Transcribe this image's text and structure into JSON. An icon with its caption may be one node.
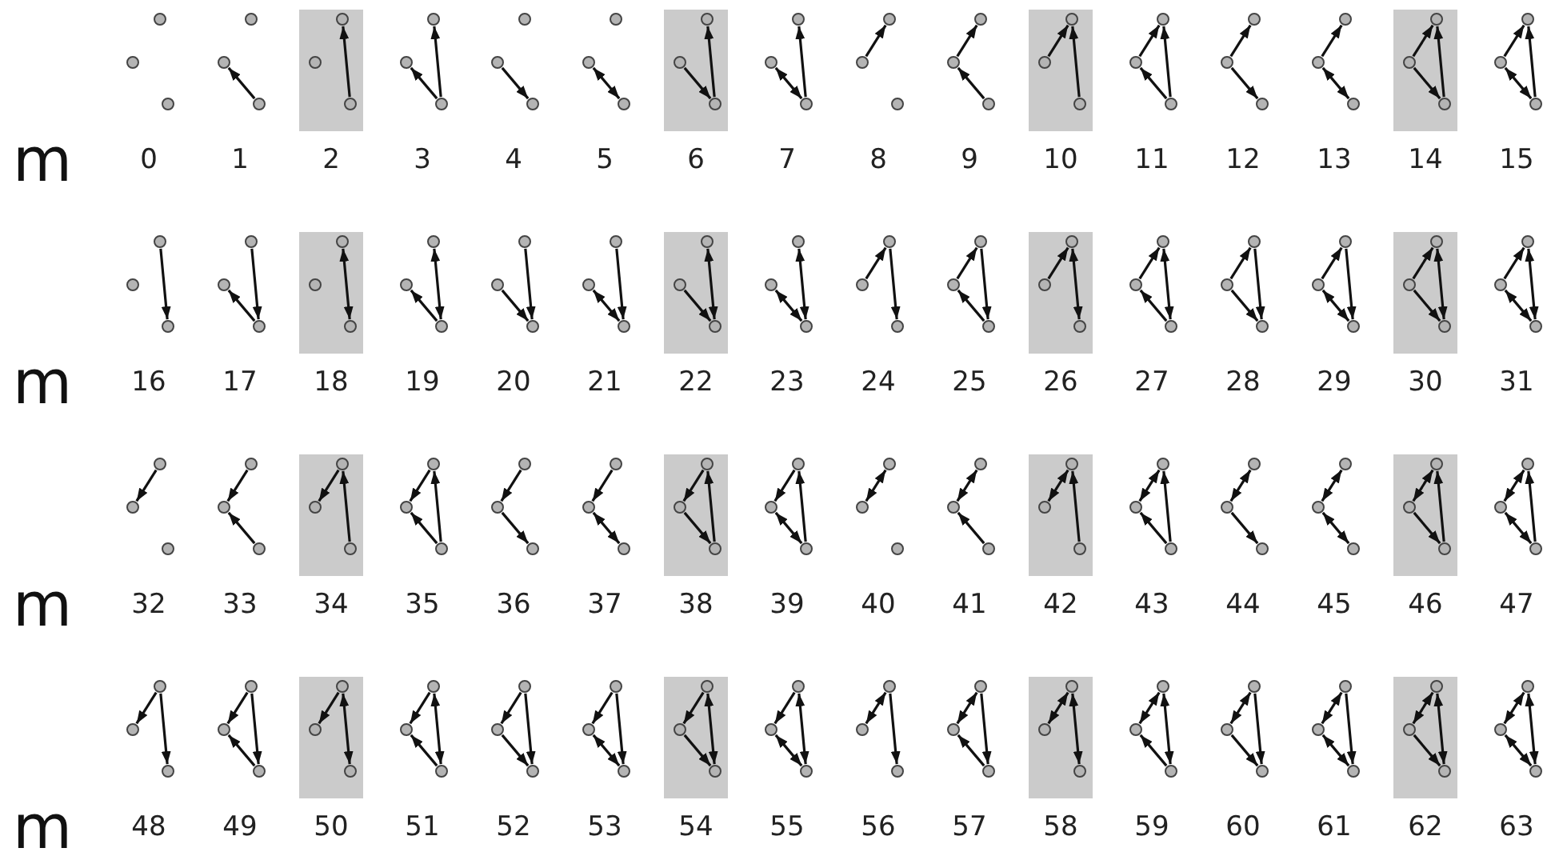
{
  "diagram": {
    "nodes": [
      {
        "text": [],
        "shape": "circle"
      },
      {
        "text": [],
        "shape": "circle"
      },
      {
        "text": [],
        "shape": "circle"
      },
      {
        "text": [],
        "shape": "circle"
      },
      {
        "text": [],
        "shape": "circle"
      },
      {
        "text": [],
        "shape": "circle"
      },
      {
        "text": [],
        "shape": "box"
      },
      {
        "text": [],
        "shape": "circle",
        "in": 6
      },
      {
        "text": [],
        "shape": "circle",
        "in": 6
      },
      {
        "text": [],
        "shape": "circle",
        "in": 6
      },
      {
        "text": [],
        "shape": "circle"
      },
      {
        "text": [],
        "shape": "circle"
      },
      {
        "text": [],
        "shape": "circle"
      },
      {
        "text": [],
        "shape": "circle"
      },
      {
        "text": [],
        "shape": "circle"
      },
      {
        "text": [],
        "shape": "circle"
      },
      {
        "text": [],
        "shape": "circle"
      },
      {
        "text": [],
        "shape": "circle"
      },
      {
        "text": [],
        "shape": "circle"
      },
      {
        "text": [],
        "shape": "box"
      },
      {
        "text": [],
        "shape": "circle",
        "in": 19
      },
      {
        "text": [],
        "shape": "circle",
        "in": 19
      },
      {
        "text": [],
        "shape": "circle",
        "in": 19
      },
      {
        "text": [],
        "shape": "circle"
      },
      {
        "text": [],
        "shape": "circle"
      },
      {
        "text": [],
        "shape": "circle"
      },
      {
        "text": [],
        "shape": "circle"
      },
      {
        "text": [],
        "shape": "circle"
      },
      {
        "text": [],
        "shape": "circle"
      },
      {
        "text": [],
        "shape": "circle"
      },
      {
        "text": [],
        "shape": "circle"
      },
      {
        "text": [],
        "shape": "circle"
      },
      {
        "text": [],
        "shape": "box"
      },
      {
        "text": [],
        "shape": "circle",
        "in": 32
      },
      {
        "text": [],
        "shape": "circle",
        "in": 32
      },
      {
        "text": [],
        "shape": "circle",
        "in": 32
      },
      {
        "text": [],
        "shape": "circle"
      },
      {
        "text": [],
        "shape": "circle"
      },
      {
        "text": [],
        "shape": "circle"
      },
      {
        "text": [],
        "shape": "circle"
      },
      {
        "text": [],
        "shape": "circle"
      },
      {
        "text": [],
        "shape": "circle"
      },
      {
        "text": [],
        "shape": "circle"
      },
      {
        "text": [],
        "shape": "circle"
      },
      {
        "text": [],
        "shape": "circle"
      },
      {
        "text": [],
        "shape": "box"
      },
      {
        "text": [],
        "shape": "circle",
        "in": 45
      },
      {
        "text": [],
        "shape": "circle",
        "in": 45
      },
      {
        "text": [],
        "shape": "circle",
        "in": 45
      },
      {
        "text": [],
        "shape": "circle"
      },
      {
        "text": [],
        "shape": "circle"
      },
      {
        "text": [],
        "shape": "circle"
      },
      {
        "text": [],
        "shape": "circle"
      },
      {
        "text": [],
        "shape": "circle"
      },
      {
        "text": [],
        "shape": "circle"
      },
      {
        "text": [],
        "shape": "circle"
      },
      {
        "text": [],
        "shape": "circle"
      },
      {
        "text": [],
        "shape": "circle"
      },
      {
        "text": [],
        "shape": "box"
      },
      {
        "text": [],
        "shape": "circle",
        "in": 58
      },
      {
        "text": [],
        "shape": "circle",
        "in": 58
      },
      {
        "text": [],
        "shape": "circle",
        "in": 58
      },
      {
        "text": [],
        "shape": "circle"
      },
      {
        "text": [],
        "shape": "circle"
      },
      {
        "text": [],
        "shape": "circle"
      },
      {
        "text": [],
        "shape": "circle"
      },
      {
        "text": [],
        "shape": "circle"
      },
      {
        "text": [],
        "shape": "circle"
      },
      {
        "text": [],
        "shape": "circle"
      },
      {
        "text": [],
        "shape": "circle"
      },
      {
        "text": [],
        "shape": "circle"
      },
      {
        "text": [],
        "shape": "box"
      },
      {
        "text": [],
        "shape": "circle",
        "in": 71
      },
      {
        "text": [],
        "shape": "circle",
        "in": 71
      },
      {
        "text": [],
        "shape": "circle",
        "in": 71
      },
      {
        "text": [],
        "shape": "circle"
      },
      {
        "text": [],
        "shape": "circle"
      },
      {
        "text": [],
        "shape": "circle"
      },
      {
        "text": [],
        "shape": "circle"
      },
      {
        "text": [],
        "shape": "circle"
      },
      {
        "text": [],
        "shape": "circle"
      },
      {
        "text": [],
        "shape": "circle"
      },
      {
        "text": [],
        "shape": "circle"
      },
      {
        "text": [],
        "shape": "circle"
      },
      {
        "text": [],
        "shape": "box"
      },
      {
        "text": [],
        "shape": "circle",
        "in": 84
      },
      {
        "text": [],
        "shape": "circle",
        "in": 84
      },
      {
        "text": [],
        "shape": "circle",
        "in": 84
      },
      {
        "text": [],
        "shape": "circle"
      },
      {
        "text": [],
        "shape": "circle"
      },
      {
        "text": [],
        "shape": "circle"
      },
      {
        "text": [],
        "shape": "circle"
      },
      {
        "text": [],
        "shape": "circle"
      },
      {
        "text": [],
        "shape": "circle"
      },
      {
        "text": [],
        "shape": "circle"
      },
      {
        "text": [],
        "shape": "circle"
      },
      {
        "text": [],
        "shape": "circle"
      },
      {
        "text": [],
        "shape": "box"
      },
      {
        "text": [],
        "shape": "circle",
        "in": 97
      },
      {
        "text": [],
        "shape": "circle",
        "in": 97
      },
      {
        "text": [],
        "shape": "circle",
        "in": 97
      },
      {
        "text": [],
        "shape": "circle"
      },
      {
        "text": [],
        "shape": "circle"
      },
      {
        "text": [],
        "shape": "circle"
      },
      {
        "text": [],
        "shape": "circle"
      },
      {
        "text": [],
        "shape": "circle"
      },
      {
        "text": [],
        "shape": "circle"
      },
      {
        "text": [],
        "shape": "circle"
      },
      {
        "text": [],
        "shape": "circle"
      },
      {
        "text": [],
        "shape": "circle"
      },
      {
        "text": [],
        "shape": "box"
      },
      {
        "text": [],
        "shape": "circle",
        "in": 110
      },
      {
        "text": [],
        "shape": "circle",
        "in": 110
      },
      {
        "text": [],
        "shape": "circle",
        "in": 110
      },
      {
        "text": [],
        "shape": "circle"
      },
      {
        "text": [],
        "shape": "circle"
      },
      {
        "text": [],
        "shape": "circle"
      },
      {
        "text": [],
        "shape": "circle"
      },
      {
        "text": [],
        "shape": "circle"
      },
      {
        "text": [],
        "shape": "circle"
      },
      {
        "text": [],
        "shape": "circle"
      },
      {
        "text": [],
        "shape": "circle"
      },
      {
        "text": [],
        "shape": "circle"
      },
      {
        "text": [],
        "shape": "box"
      },
      {
        "text": [],
        "shape": "circle",
        "in": 123
      },
      {
        "text": [],
        "shape": "circle",
        "in": 123
      },
      {
        "text": [],
        "shape": "circle",
        "in": 123
      },
      {
        "text": [],
        "shape": "circle"
      },
      {
        "text": [],
        "shape": "circle"
      },
      {
        "text": [],
        "shape": "circle"
      },
      {
        "text": [],
        "shape": "circle"
      },
      {
        "text": [],
        "shape": "circle"
      },
      {
        "text": [],
        "shape": "circle"
      },
      {
        "text": [],
        "shape": "circle"
      },
      {
        "text": [],
        "shape": "circle"
      },
      {
        "text": [],
        "shape": "circle"
      },
      {
        "text": [],
        "shape": "box"
      },
      {
        "text": [],
        "shape": "circle",
        "in": 136
      },
      {
        "text": [],
        "shape": "circle",
        "in": 136
      },
      {
        "text": [],
        "shape": "circle",
        "in": 136
      },
      {
        "text": [],
        "shape": "circle"
      },
      {
        "text": [],
        "shape": "circle"
      },
      {
        "text": [],
        "shape": "circle"
      },
      {
        "text": [],
        "shape": "circle"
      },
      {
        "text": [],
        "shape": "circle"
      },
      {
        "text": [],
        "shape": "circle"
      },
      {
        "text": [],
        "shape": "circle"
      },
      {
        "text": [],
        "shape": "circle"
      },
      {
        "text": [],
        "shape": "circle"
      },
      {
        "text": [],
        "shape": "box"
      },
      {
        "text": [],
        "shape": "circle",
        "in": 149
      },
      {
        "text": [],
        "shape": "circle",
        "in": 149
      },
      {
        "text": [],
        "shape": "circle",
        "in": 149
      },
      {
        "text": [],
        "shape": "circle"
      },
      {
        "text": [],
        "shape": "circle"
      },
      {
        "text": [],
        "shape": "circle"
      },
      {
        "text": [],
        "shape": "circle"
      },
      {
        "text": [],
        "shape": "circle"
      },
      {
        "text": [],
        "shape": "circle"
      },
      {
        "text": [],
        "shape": "circle"
      },
      {
        "text": [],
        "shape": "circle"
      },
      {
        "text": [],
        "shape": "circle"
      },
      {
        "text": [],
        "shape": "box"
      },
      {
        "text": [],
        "shape": "circle",
        "in": 162
      },
      {
        "text": [],
        "shape": "circle",
        "in": 162
      },
      {
        "text": [],
        "shape": "circle",
        "in": 162
      },
      {
        "text": [],
        "shape": "circle"
      },
      {
        "text": [],
        "shape": "circle"
      },
      {
        "text": [],
        "shape": "circle"
      },
      {
        "text": [],
        "shape": "circle"
      },
      {
        "text": [],
        "shape": "circle"
      },
      {
        "text": [],
        "shape": "circle"
      },
      {
        "text": [],
        "shape": "circle"
      },
      {
        "text": [],
        "shape": "circle"
      },
      {
        "text": [],
        "shape": "circle"
      },
      {
        "text": [],
        "shape": "box"
      },
      {
        "text": [],
        "shape": "circle",
        "in": 175
      },
      {
        "text": [],
        "shape": "circle",
        "in": 175
      },
      {
        "text": [],
        "shape": "circle",
        "in": 175
      },
      {
        "text": [],
        "shape": "circle"
      },
      {
        "text": [],
        "shape": "circle"
      },
      {
        "text": [],
        "shape": "circle"
      },
      {
        "text": [],
        "shape": "circle"
      },
      {
        "text": [],
        "shape": "circle"
      },
      {
        "text": [],
        "shape": "circle"
      },
      {
        "text": [],
        "shape": "circle"
      },
      {
        "text": [],
        "shape": "circle"
      },
      {
        "text": [],
        "shape": "circle"
      },
      {
        "text": [],
        "shape": "box"
      },
      {
        "text": [],
        "shape": "circle",
        "in": 188
      },
      {
        "text": [],
        "shape": "circle",
        "in": 188
      },
      {
        "text": [],
        "shape": "circle",
        "in": 188
      },
      {
        "text": [],
        "shape": "circle"
      },
      {
        "text": [],
        "shape": "circle"
      },
      {
        "text": [],
        "shape": "circle"
      },
      {
        "text": [],
        "shape": "circle"
      },
      {
        "text": [],
        "shape": "circle"
      },
      {
        "text": [],
        "shape": "circle"
      },
      {
        "text": [],
        "shape": "circle"
      },
      {
        "text": [],
        "shape": "circle"
      },
      {
        "text": [],
        "shape": "circle"
      },
      {
        "text": [],
        "shape": "box"
      },
      {
        "text": [],
        "shape": "circle",
        "in": 201
      },
      {
        "text": [],
        "shape": "circle",
        "in": 201
      },
      {
        "text": [],
        "shape": "circle",
        "in": 201
      },
      {
        "text": [],
        "shape": "circle"
      },
      {
        "text": [],
        "shape": "circle"
      },
      {
        "text": [],
        "shape": "circle"
      }
    ],
    "edges": [
      {
        "from": 5,
        "to": 4,
        "arrow": "to"
      },
      {
        "from": 9,
        "to": 7,
        "arrow": "to"
      },
      {
        "from": 12,
        "to": 11,
        "arrow": "to"
      },
      {
        "from": 12,
        "to": 10,
        "arrow": "to"
      },
      {
        "from": 14,
        "to": 15,
        "arrow": "to"
      },
      {
        "from": 17,
        "to": 18,
        "arrow": "both"
      },
      {
        "from": 21,
        "to": 22,
        "arrow": "to"
      },
      {
        "from": 22,
        "to": 20,
        "arrow": "to"
      },
      {
        "from": 24,
        "to": 25,
        "arrow": "both"
      },
      {
        "from": 25,
        "to": 23,
        "arrow": "to"
      },
      {
        "from": 27,
        "to": 26,
        "arrow": "to"
      },
      {
        "from": 31,
        "to": 30,
        "arrow": "to"
      },
      {
        "from": 30,
        "to": 29,
        "arrow": "to"
      },
      {
        "from": 35,
        "to": 33,
        "arrow": "to"
      },
      {
        "from": 34,
        "to": 33,
        "arrow": "to"
      },
      {
        "from": 38,
        "to": 37,
        "arrow": "to"
      },
      {
        "from": 38,
        "to": 36,
        "arrow": "to"
      },
      {
        "from": 37,
        "to": 36,
        "arrow": "to"
      },
      {
        "from": 40,
        "to": 41,
        "arrow": "to"
      },
      {
        "from": 40,
        "to": 39,
        "arrow": "to"
      },
      {
        "from": 43,
        "to": 44,
        "arrow": "both"
      },
      {
        "from": 43,
        "to": 42,
        "arrow": "to"
      },
      {
        "from": 47,
        "to": 48,
        "arrow": "to"
      },
      {
        "from": 48,
        "to": 46,
        "arrow": "to"
      },
      {
        "from": 47,
        "to": 46,
        "arrow": "to"
      },
      {
        "from": 50,
        "to": 51,
        "arrow": "both"
      },
      {
        "from": 51,
        "to": 49,
        "arrow": "to"
      },
      {
        "from": 50,
        "to": 49,
        "arrow": "to"
      },
      {
        "from": 52,
        "to": 54,
        "arrow": "to"
      },
      {
        "from": 57,
        "to": 56,
        "arrow": "to"
      },
      {
        "from": 55,
        "to": 57,
        "arrow": "to"
      },
      {
        "from": 59,
        "to": 61,
        "arrow": "both"
      },
      {
        "from": 64,
        "to": 63,
        "arrow": "to"
      },
      {
        "from": 62,
        "to": 64,
        "arrow": "both"
      },
      {
        "from": 66,
        "to": 67,
        "arrow": "to"
      },
      {
        "from": 65,
        "to": 67,
        "arrow": "to"
      },
      {
        "from": 69,
        "to": 70,
        "arrow": "both"
      },
      {
        "from": 68,
        "to": 70,
        "arrow": "to"
      },
      {
        "from": 73,
        "to": 74,
        "arrow": "to"
      },
      {
        "from": 72,
        "to": 74,
        "arrow": "both"
      },
      {
        "from": 76,
        "to": 77,
        "arrow": "both"
      },
      {
        "from": 75,
        "to": 77,
        "arrow": "both"
      },
      {
        "from": 78,
        "to": 80,
        "arrow": "to"
      },
      {
        "from": 79,
        "to": 78,
        "arrow": "to"
      },
      {
        "from": 83,
        "to": 82,
        "arrow": "to"
      },
      {
        "from": 81,
        "to": 83,
        "arrow": "to"
      },
      {
        "from": 82,
        "to": 81,
        "arrow": "to"
      },
      {
        "from": 85,
        "to": 87,
        "arrow": "both"
      },
      {
        "from": 86,
        "to": 85,
        "arrow": "to"
      },
      {
        "from": 90,
        "to": 89,
        "arrow": "to"
      },
      {
        "from": 88,
        "to": 90,
        "arrow": "both"
      },
      {
        "from": 89,
        "to": 88,
        "arrow": "to"
      },
      {
        "from": 92,
        "to": 93,
        "arrow": "to"
      },
      {
        "from": 91,
        "to": 93,
        "arrow": "to"
      },
      {
        "from": 92,
        "to": 91,
        "arrow": "to"
      },
      {
        "from": 95,
        "to": 96,
        "arrow": "both"
      },
      {
        "from": 94,
        "to": 96,
        "arrow": "to"
      },
      {
        "from": 95,
        "to": 94,
        "arrow": "to"
      },
      {
        "from": 99,
        "to": 100,
        "arrow": "to"
      },
      {
        "from": 98,
        "to": 100,
        "arrow": "both"
      },
      {
        "from": 99,
        "to": 98,
        "arrow": "to"
      },
      {
        "from": 102,
        "to": 103,
        "arrow": "both"
      },
      {
        "from": 101,
        "to": 103,
        "arrow": "both"
      },
      {
        "from": 102,
        "to": 101,
        "arrow": "to"
      },
      {
        "from": 104,
        "to": 105,
        "arrow": "to"
      },
      {
        "from": 109,
        "to": 108,
        "arrow": "to"
      },
      {
        "from": 107,
        "to": 108,
        "arrow": "to"
      },
      {
        "from": 113,
        "to": 111,
        "arrow": "to"
      },
      {
        "from": 111,
        "to": 112,
        "arrow": "to"
      },
      {
        "from": 116,
        "to": 115,
        "arrow": "to"
      },
      {
        "from": 116,
        "to": 114,
        "arrow": "to"
      },
      {
        "from": 114,
        "to": 115,
        "arrow": "to"
      },
      {
        "from": 118,
        "to": 119,
        "arrow": "to"
      },
      {
        "from": 117,
        "to": 118,
        "arrow": "to"
      },
      {
        "from": 121,
        "to": 122,
        "arrow": "both"
      },
      {
        "from": 120,
        "to": 121,
        "arrow": "to"
      },
      {
        "from": 125,
        "to": 126,
        "arrow": "to"
      },
      {
        "from": 126,
        "to": 124,
        "arrow": "to"
      },
      {
        "from": 124,
        "to": 125,
        "arrow": "to"
      },
      {
        "from": 128,
        "to": 129,
        "arrow": "both"
      },
      {
        "from": 129,
        "to": 127,
        "arrow": "to"
      },
      {
        "from": 127,
        "to": 128,
        "arrow": "to"
      },
      {
        "from": 130,
        "to": 131,
        "arrow": "both"
      },
      {
        "from": 135,
        "to": 134,
        "arrow": "to"
      },
      {
        "from": 133,
        "to": 134,
        "arrow": "both"
      },
      {
        "from": 139,
        "to": 137,
        "arrow": "to"
      },
      {
        "from": 137,
        "to": 138,
        "arrow": "both"
      },
      {
        "from": 142,
        "to": 141,
        "arrow": "to"
      },
      {
        "from": 142,
        "to": 140,
        "arrow": "to"
      },
      {
        "from": 140,
        "to": 141,
        "arrow": "both"
      },
      {
        "from": 144,
        "to": 145,
        "arrow": "to"
      },
      {
        "from": 143,
        "to": 144,
        "arrow": "both"
      },
      {
        "from": 147,
        "to": 148,
        "arrow": "both"
      },
      {
        "from": 146,
        "to": 147,
        "arrow": "both"
      },
      {
        "from": 151,
        "to": 152,
        "arrow": "to"
      },
      {
        "from": 152,
        "to": 150,
        "arrow": "to"
      },
      {
        "from": 150,
        "to": 151,
        "arrow": "both"
      },
      {
        "from": 154,
        "to": 155,
        "arrow": "both"
      },
      {
        "from": 155,
        "to": 153,
        "arrow": "to"
      },
      {
        "from": 153,
        "to": 154,
        "arrow": "both"
      },
      {
        "from": 156,
        "to": 158,
        "arrow": "to"
      },
      {
        "from": 156,
        "to": 157,
        "arrow": "to"
      },
      {
        "from": 161,
        "to": 160,
        "arrow": "to"
      },
      {
        "from": 159,
        "to": 161,
        "arrow": "to"
      },
      {
        "from": 159,
        "to": 160,
        "arrow": "to"
      },
      {
        "from": 163,
        "to": 165,
        "arrow": "both"
      },
      {
        "from": 163,
        "to": 164,
        "arrow": "to"
      },
      {
        "from": 168,
        "to": 167,
        "arrow": "to"
      },
      {
        "from": 166,
        "to": 168,
        "arrow": "both"
      },
      {
        "from": 166,
        "to": 167,
        "arrow": "to"
      },
      {
        "from": 170,
        "to": 171,
        "arrow": "to"
      },
      {
        "from": 169,
        "to": 171,
        "arrow": "to"
      },
      {
        "from": 169,
        "to": 170,
        "arrow": "to"
      },
      {
        "from": 173,
        "to": 174,
        "arrow": "both"
      },
      {
        "from": 172,
        "to": 174,
        "arrow": "to"
      },
      {
        "from": 172,
        "to": 173,
        "arrow": "to"
      },
      {
        "from": 177,
        "to": 178,
        "arrow": "to"
      },
      {
        "from": 176,
        "to": 178,
        "arrow": "both"
      },
      {
        "from": 176,
        "to": 177,
        "arrow": "to"
      },
      {
        "from": 180,
        "to": 181,
        "arrow": "both"
      },
      {
        "from": 179,
        "to": 181,
        "arrow": "both"
      },
      {
        "from": 179,
        "to": 180,
        "arrow": "to"
      },
      {
        "from": 182,
        "to": 184,
        "arrow": "to"
      },
      {
        "from": 182,
        "to": 183,
        "arrow": "both"
      },
      {
        "from": 187,
        "to": 186,
        "arrow": "to"
      },
      {
        "from": 185,
        "to": 187,
        "arrow": "to"
      },
      {
        "from": 185,
        "to": 186,
        "arrow": "both"
      },
      {
        "from": 189,
        "to": 191,
        "arrow": "both"
      },
      {
        "from": 189,
        "to": 190,
        "arrow": "both"
      },
      {
        "from": 194,
        "to": 193,
        "arrow": "to"
      },
      {
        "from": 192,
        "to": 194,
        "arrow": "both"
      },
      {
        "from": 192,
        "to": 193,
        "arrow": "both"
      },
      {
        "from": 196,
        "to": 197,
        "arrow": "to"
      },
      {
        "from": 195,
        "to": 197,
        "arrow": "to"
      },
      {
        "from": 195,
        "to": 196,
        "arrow": "both"
      },
      {
        "from": 199,
        "to": 200,
        "arrow": "both"
      },
      {
        "from": 198,
        "to": 200,
        "arrow": "to"
      },
      {
        "from": 198,
        "to": 199,
        "arrow": "both"
      },
      {
        "from": 203,
        "to": 204,
        "arrow": "to"
      },
      {
        "from": 202,
        "to": 204,
        "arrow": "both"
      },
      {
        "from": 202,
        "to": 203,
        "arrow": "both"
      },
      {
        "from": 206,
        "to": 207,
        "arrow": "both"
      },
      {
        "from": 205,
        "to": 207,
        "arrow": "both"
      },
      {
        "from": 205,
        "to": 206,
        "arrow": "both"
      }
    ],
    "labels": [
      "m",
      "0",
      "1",
      "2",
      "3",
      "4",
      "5",
      "6",
      "7",
      "8",
      "9",
      "10",
      "11",
      "12",
      "13",
      "14",
      "15",
      "m",
      "16",
      "17",
      "18",
      "19",
      "20",
      "21",
      "22",
      "23",
      "24",
      "25",
      "26",
      "27",
      "28",
      "29",
      "30",
      "31",
      "m",
      "32",
      "33",
      "34",
      "35",
      "36",
      "37",
      "38",
      "39",
      "40",
      "41",
      "42",
      "43",
      "44",
      "45",
      "46",
      "47",
      "m",
      "48",
      "49",
      "50",
      "51",
      "52",
      "53",
      "54",
      "55",
      "56",
      "57",
      "58",
      "59",
      "60",
      "61",
      "62",
      "63"
    ]
  }
}
